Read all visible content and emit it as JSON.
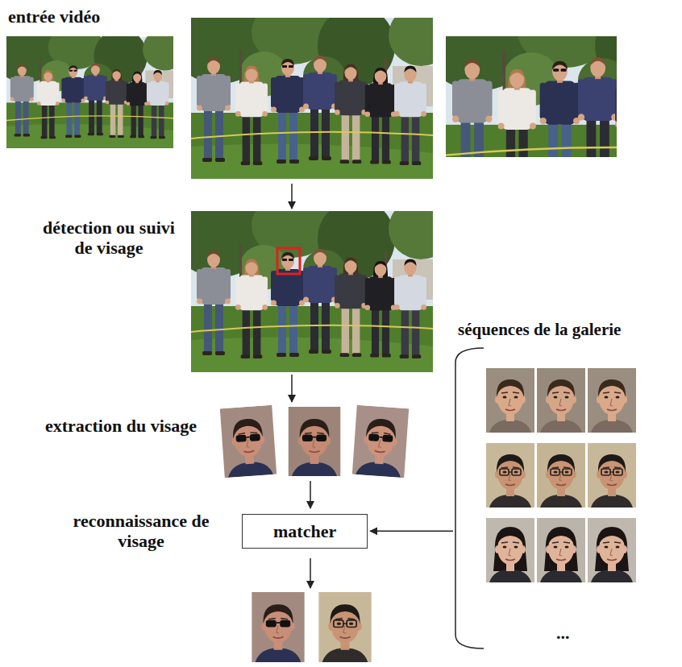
{
  "diagram": {
    "nodes": [
      {
        "text": [
          "entrée vidéo"
        ]
      },
      {
        "text": [
          "détection ou suivi de visage"
        ]
      },
      {
        "text": [
          "extraction du visage"
        ]
      },
      {
        "text": [
          "reconnaissance de visage",
          "matcher"
        ]
      },
      {
        "text": [
          "séquences de la galerie",
          "..."
        ]
      }
    ],
    "edges": [
      {
        "from": 0,
        "to": 1,
        "arrow": "to"
      },
      {
        "from": 1,
        "to": 2,
        "arrow": "to"
      },
      {
        "from": 2,
        "to": 3,
        "arrow": "to"
      },
      {
        "from": 4,
        "to": 3,
        "arrow": "to"
      }
    ]
  }
}
